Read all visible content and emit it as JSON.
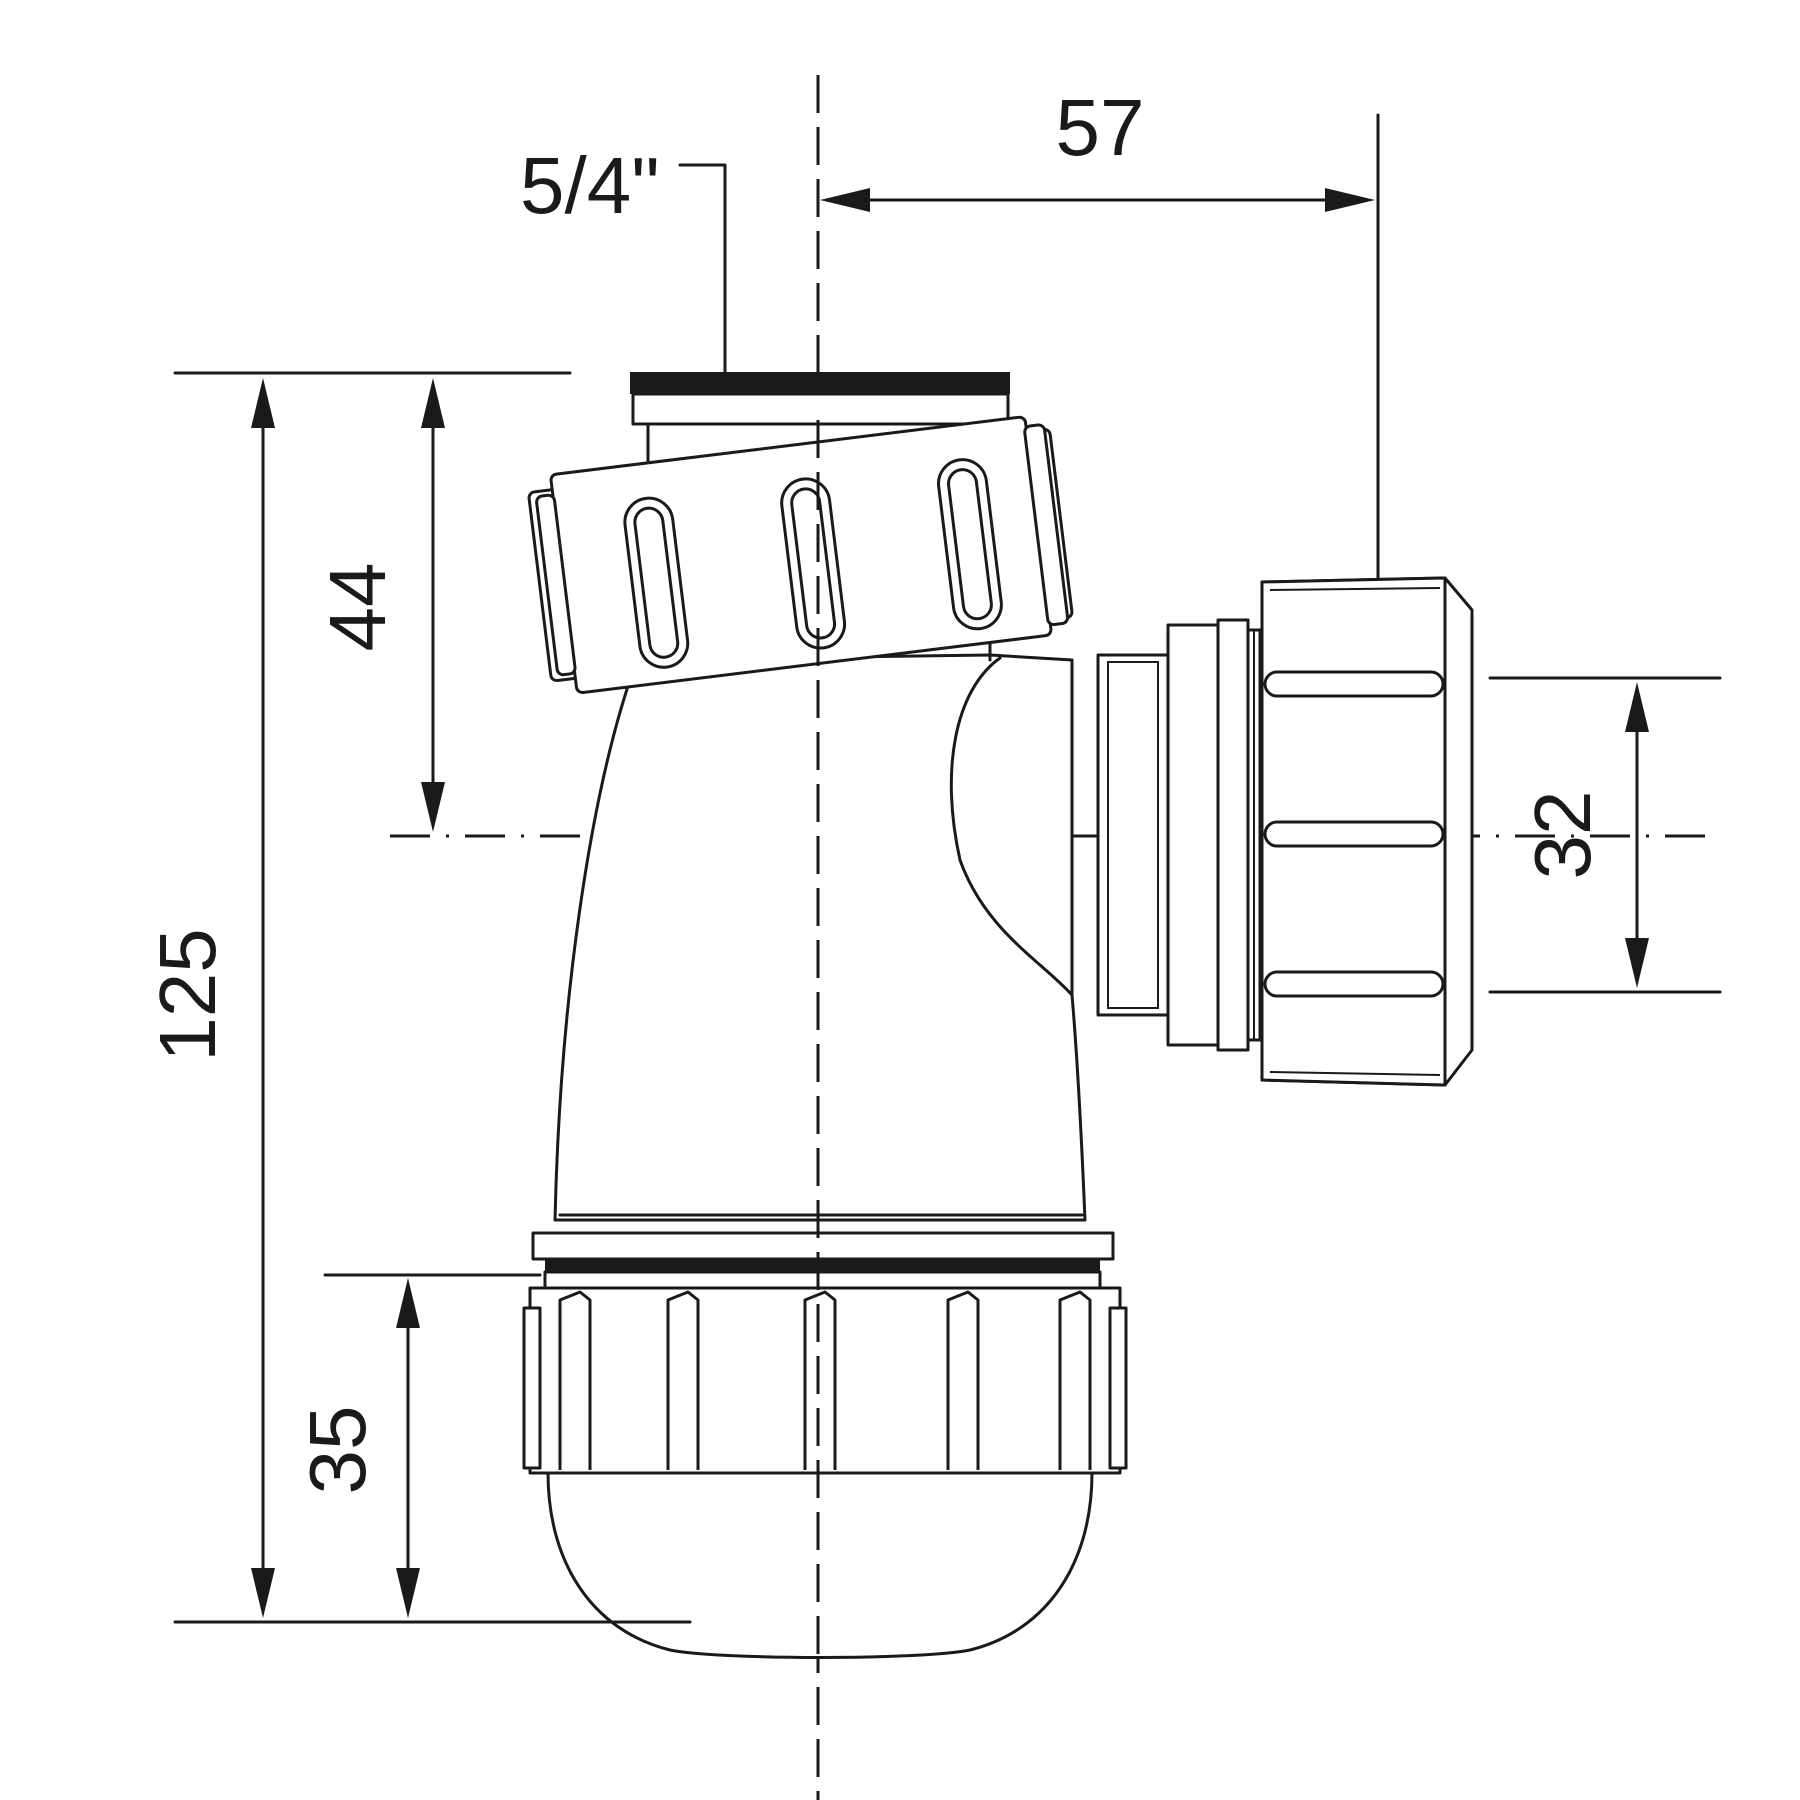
{
  "labels": {
    "thread_size": "5/4\"",
    "offset": "57",
    "inlet_height": "44",
    "total_height": "125",
    "outlet_diameter": "32",
    "cup_height": "35"
  },
  "colors": {
    "line": "#1a1a1a",
    "background": "#ffffff"
  }
}
